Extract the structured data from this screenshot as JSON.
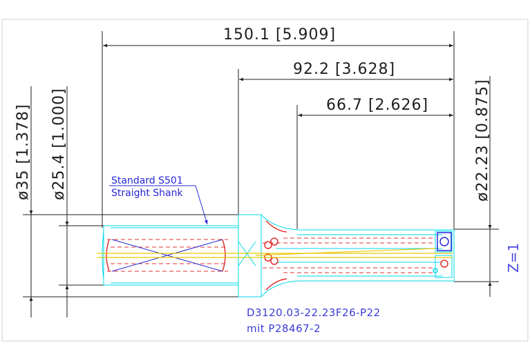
{
  "dimensions": {
    "overall_length": "150.1 [5.909]",
    "body_length": "92.2 [3.628]",
    "flute_length": "66.7 [2.626]",
    "shank_diameter_35": "ø35 [1.378]",
    "shank_diameter_25": "ø25.4 [1.000]",
    "drill_diameter": "ø22.23 [0.875]"
  },
  "labels": {
    "shank_standard": "Standard S501",
    "shank_type": "Straight Shank",
    "part_number": "D3120.03-22.23F26-P22",
    "part_suffix": "mit P28467-2",
    "z_count": "Z=1"
  },
  "colors": {
    "dimension": "#1e1e1e",
    "outline": "#00d8e8",
    "hidden": "#e03030",
    "centerline": "#e6c800",
    "annotation": "#2626d6"
  }
}
